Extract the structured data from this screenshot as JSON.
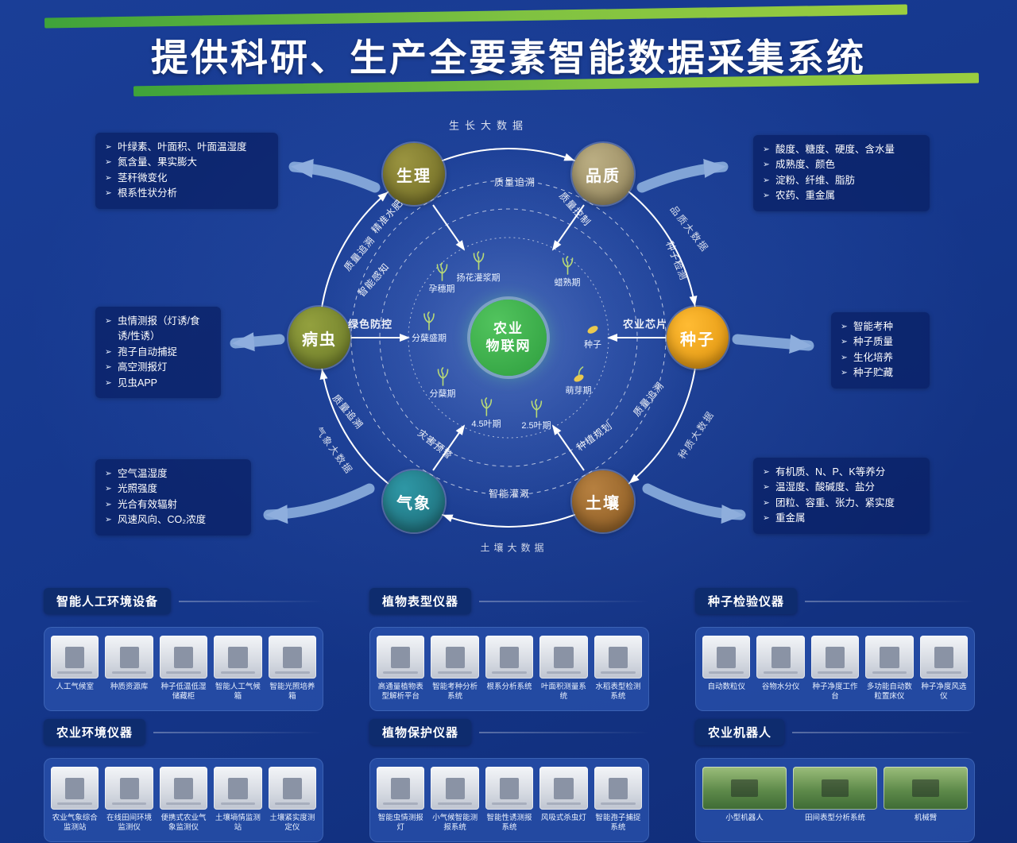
{
  "header": {
    "title": "提供科研、生产全要素智能数据采集系统"
  },
  "diagram": {
    "center": {
      "line1": "农业",
      "line2": "物联网"
    },
    "nodes": {
      "physiology": "生理",
      "quality": "品质",
      "seed": "种子",
      "soil": "土壤",
      "weather": "气象",
      "pest": "病虫"
    },
    "callouts": {
      "physiology": [
        "叶绿素、叶面积、叶面温湿度",
        "氮含量、果实膨大",
        "茎秆微变化",
        "根系性状分析"
      ],
      "quality": [
        "酸度、糖度、硬度、含水量",
        "成熟度、颜色",
        "淀粉、纤维、脂肪",
        "农药、重金属"
      ],
      "pest": [
        "虫情测报（灯诱/食诱/性诱）",
        "孢子自动捕捉",
        "高空测报灯",
        "见虫APP"
      ],
      "seed": [
        "智能考种",
        "种子质量",
        "生化培养",
        "种子贮藏"
      ],
      "weather": [
        "空气温湿度",
        "光照强度",
        "光合有效辐射",
        "风速风向、CO₂浓度"
      ],
      "soil": [
        "有机质、N、P、K等养分",
        "温湿度、酸碱度、盐分",
        "团粒、容重、张力、紧实度",
        "重金属"
      ]
    },
    "stages": [
      "扬花灌浆期",
      "孕穗期",
      "蜡熟期",
      "分蘖盛期",
      "种子",
      "分蘖期",
      "萌芽期",
      "4.5叶期",
      "2.5叶期"
    ],
    "orbit_labels": [
      "生长大数据",
      "质量追溯",
      "精准水肥",
      "质量控制",
      "种子检测",
      "品质大数据",
      "质量追溯",
      "智能感知",
      "农业芯片",
      "绿色防控",
      "质量追溯",
      "种植规划",
      "灾害预警",
      "智能灌溉",
      "质量追溯",
      "气象大数据",
      "土壤大数据",
      "种质大数据"
    ]
  },
  "panels": [
    {
      "title": "智能人工环境设备",
      "products": [
        "人工气候室",
        "种质资源库",
        "种子低温低湿储藏柜",
        "智能人工气候箱",
        "智能光照培养箱"
      ]
    },
    {
      "title": "植物表型仪器",
      "products": [
        "高通量植物表型解析平台",
        "智能考种分析系统",
        "根系分析系统",
        "叶面积测量系统",
        "水稻表型检测系统"
      ]
    },
    {
      "title": "种子检验仪器",
      "products": [
        "自动数粒仪",
        "谷物水分仪",
        "种子净度工作台",
        "多功能自动数粒置床仪",
        "种子净度风选仪"
      ]
    },
    {
      "title": "农业环境仪器",
      "products": [
        "农业气象综合监测站",
        "在线田间环境监测仪",
        "便携式农业气象监测仪",
        "土壤墒情监测站",
        "土壤紧实度测定仪"
      ]
    },
    {
      "title": "植物保护仪器",
      "products": [
        "智能虫情测报灯",
        "小气候智能测报系统",
        "智能性诱测报系统",
        "风吸式杀虫灯",
        "智能孢子捕捉系统"
      ]
    },
    {
      "title": "农业机器人",
      "products": [
        "小型机器人",
        "田间表型分析系统",
        "机械臂"
      ]
    }
  ],
  "colors": {
    "background": "#15378C",
    "accent_green": "#6ABF3A",
    "node_physiology": "#837C2C",
    "node_quality": "#A89B6E",
    "node_seed": "#F0A41C",
    "node_soil": "#A06B2C",
    "node_weather": "#22808E",
    "node_pest": "#7C8C30",
    "center_green": "#3BAE4C"
  }
}
